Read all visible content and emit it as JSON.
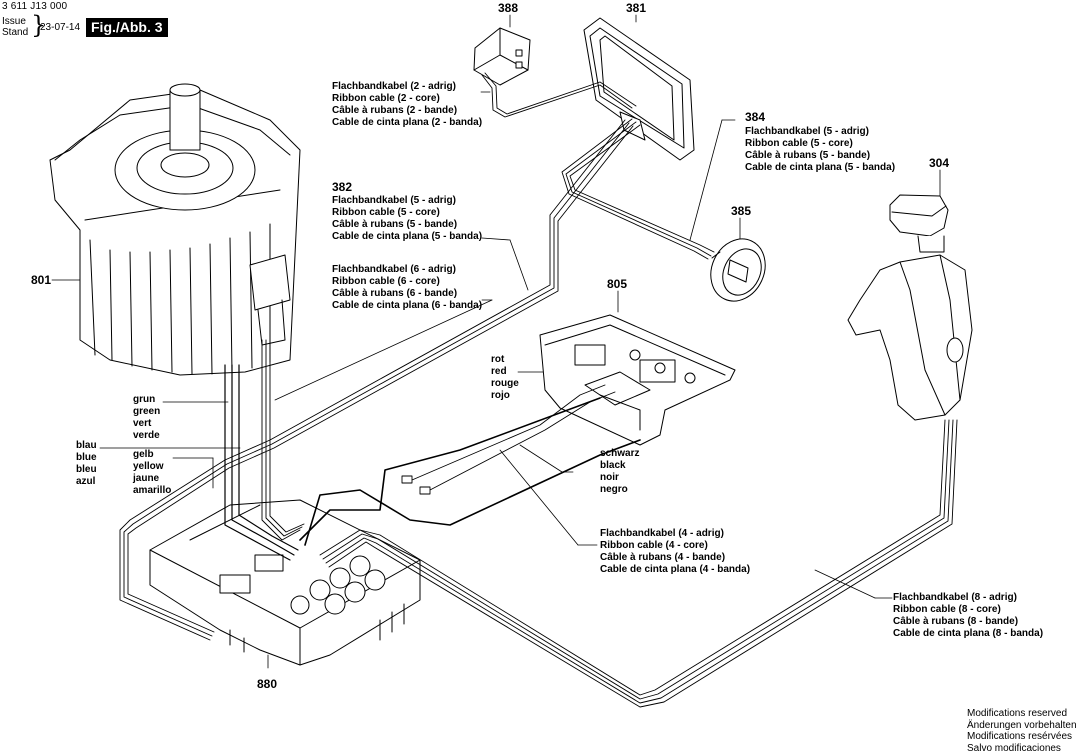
{
  "header": {
    "doc_number": "3 611 J13 000",
    "issue_label": "Issue",
    "stand_label": "Stand",
    "brace": "}",
    "date": "23-07-14",
    "fig_label": "Fig./Abb. 3"
  },
  "parts": {
    "p388": "388",
    "p381": "381",
    "p384": "384",
    "p304": "304",
    "p385": "385",
    "p382": "382",
    "p801": "801",
    "p805": "805",
    "p880": "880"
  },
  "labels": {
    "cable_2": [
      "Flachbandkabel (2 - adrig)",
      "Ribbon cable (2 - core)",
      "Câble à rubans (2 - bande)",
      "Cable de cinta plana (2 - banda)"
    ],
    "cable_5a": [
      "Flachbandkabel (5 - adrig)",
      "Ribbon cable (5 - core)",
      "Câble à rubans (5 - bande)",
      "Cable de cinta plana (5 - banda)"
    ],
    "cable_5b": [
      "Flachbandkabel (5 - adrig)",
      "Ribbon cable (5 - core)",
      "Câble à rubans (5 - bande)",
      "Cable de cinta plana (5 - banda)"
    ],
    "cable_6": [
      "Flachbandkabel (6 - adrig)",
      "Ribbon cable (6 - core)",
      "Câble à rubans (6 - bande)",
      "Cable de cinta plana (6 - banda)"
    ],
    "cable_4": [
      "Flachbandkabel (4 - adrig)",
      "Ribbon cable (4 - core)",
      "Câble à rubans (4 - bande)",
      "Cable de cinta plana (4 - banda)"
    ],
    "cable_8": [
      "Flachbandkabel (8 - adrig)",
      "Ribbon cable (8 - core)",
      "Câble à rubans (8 - bande)",
      "Cable de cinta plana (8 - banda)"
    ],
    "red": [
      "rot",
      "red",
      "rouge",
      "rojo"
    ],
    "black": [
      "schwarz",
      "black",
      "noir",
      "negro"
    ],
    "green": [
      "grun",
      "green",
      "vert",
      "verde"
    ],
    "blue": [
      "blau",
      "blue",
      "bleu",
      "azul"
    ],
    "yellow": [
      "gelb",
      "yellow",
      "jaune",
      "amarillo"
    ]
  },
  "footer": [
    "Modifications reserved",
    "Änderungen vorbehalten",
    "Modifications resérvées",
    "Salvo modificaciones"
  ]
}
